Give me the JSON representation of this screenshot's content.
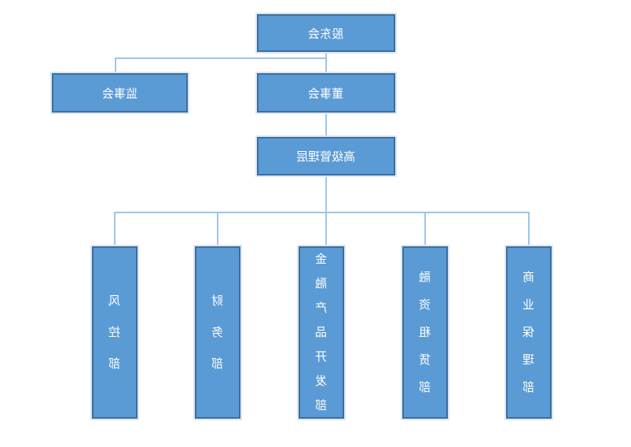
{
  "diagram": {
    "type": "org-chart",
    "presentation": {
      "text_mirrored": true
    },
    "colors": {
      "node_fill": "#5b9bd5",
      "node_border": "#3f6d9e",
      "connector": "#9fc5e8",
      "label_text": "#ffffff",
      "background": "#ffffff"
    },
    "nodes": {
      "shareholders": {
        "label": "股东会"
      },
      "supervisory": {
        "label": "监事会"
      },
      "board": {
        "label": "董事会"
      },
      "management": {
        "label": "高级管理层"
      },
      "dept_risk": {
        "label": "风控部"
      },
      "dept_finance": {
        "label": "财务部"
      },
      "dept_product": {
        "label": "金融产品开发部"
      },
      "dept_leasing": {
        "label": "融资租赁部"
      },
      "dept_factoring": {
        "label": "商业保理部"
      }
    },
    "edges": [
      {
        "from": "股东会",
        "to": "董事会"
      },
      {
        "from": "股东会",
        "to": "监事会"
      },
      {
        "from": "董事会",
        "to": "高级管理层"
      },
      {
        "from": "高级管理层",
        "to": "风控部"
      },
      {
        "from": "高级管理层",
        "to": "财务部"
      },
      {
        "from": "高级管理层",
        "to": "金融产品开发部"
      },
      {
        "from": "高级管理层",
        "to": "融资租赁部"
      },
      {
        "from": "高级管理层",
        "to": "商业保理部"
      }
    ]
  }
}
